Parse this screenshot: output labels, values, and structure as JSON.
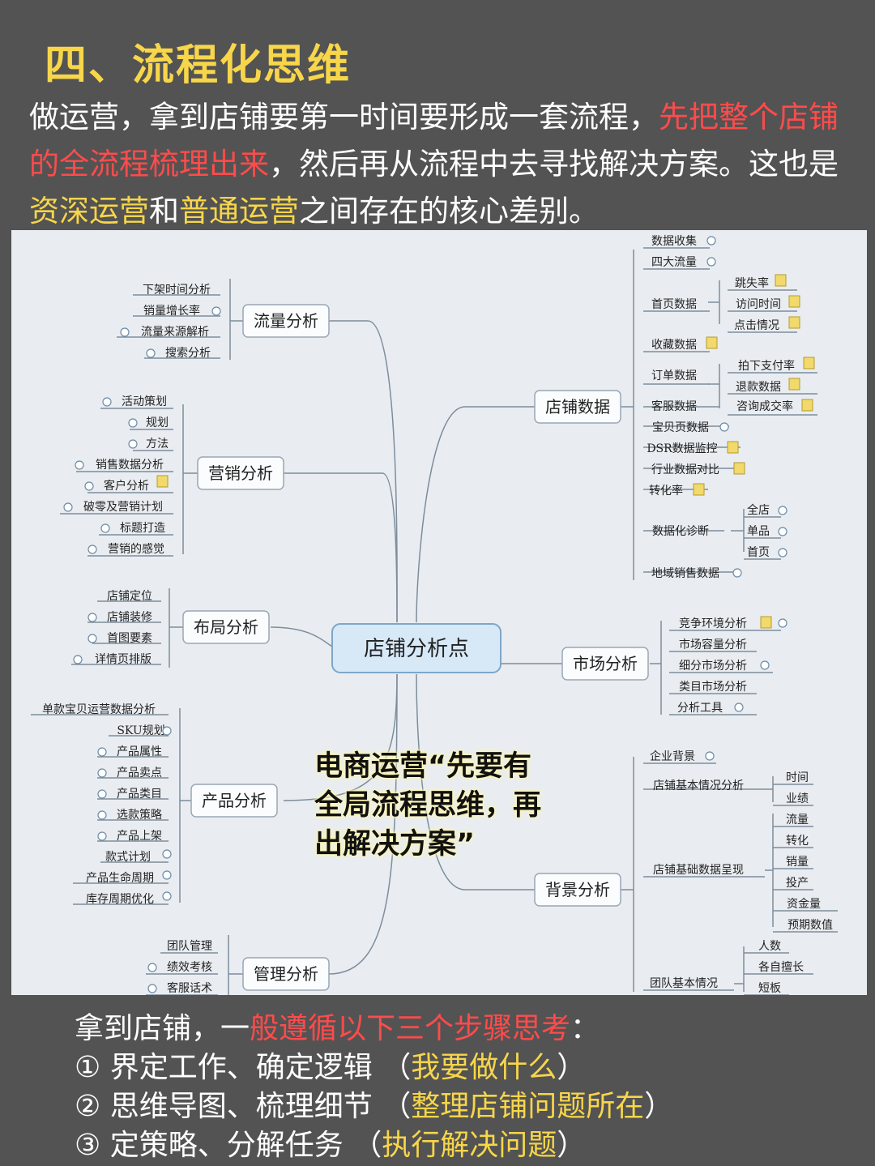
{
  "title": "四、流程化思维",
  "intro": {
    "p1": "做运营，拿到店铺要第一时间要形成一套流程，",
    "p1_red": "先把整个店铺的全流程梳理出来",
    "p2": "，然后再从流程中去寻找解决方案。这也是",
    "p2_y1": "资深运营",
    "p2_mid": "和",
    "p2_y2": "普通运营",
    "p2_end": "之间存在的核心差别。"
  },
  "mindmap": {
    "center": "店铺分析点",
    "left": [
      {
        "name": "流量分析",
        "items": [
          "下架时间分析",
          "销量增长率",
          "流量来源解析",
          "搜索分析"
        ]
      },
      {
        "name": "营销分析",
        "items": [
          "活动策划",
          "规划",
          "方法",
          "销售数据分析",
          "客户分析",
          "破零及营销计划",
          "标题打造",
          "营销的感觉"
        ]
      },
      {
        "name": "布局分析",
        "items": [
          "店铺定位",
          "店铺装修",
          "首图要素",
          "详情页排版"
        ]
      },
      {
        "name": "产品分析",
        "items": [
          "单款宝贝运营数据分析",
          "SKU规划",
          "产品属性",
          "产品卖点",
          "产品类目",
          "选款策略",
          "产品上架",
          "款式计划",
          "产品生命周期",
          "库存周期优化"
        ]
      },
      {
        "name": "管理分析",
        "items": [
          "团队管理",
          "绩效考核",
          "客服话术"
        ]
      }
    ],
    "right": [
      {
        "name": "店铺数据",
        "items": [
          "数据收集",
          "四大流量",
          "首页数据",
          "跳失率",
          "访问时间",
          "点击情况",
          "收藏数据",
          "订单数据",
          "拍下支付率",
          "退款数据",
          "客服数据",
          "咨询成交率",
          "宝贝页数据",
          "DSR数据监控",
          "行业数据对比",
          "转化率",
          "数据化诊断",
          "全店",
          "单品",
          "首页",
          "地域销售数据"
        ]
      },
      {
        "name": "市场分析",
        "items": [
          "竞争环境分析",
          "市场容量分析",
          "细分市场分析",
          "类目市场分析",
          "分析工具"
        ]
      },
      {
        "name": "背景分析",
        "items": [
          "企业背景",
          "店铺基本情况分析",
          "时间",
          "业绩",
          "店铺基础数据呈现",
          "流量",
          "转化",
          "销量",
          "投产",
          "资金量",
          "预期数值",
          "团队基本情况",
          "人数",
          "各自擅长",
          "短板"
        ]
      }
    ]
  },
  "callout": [
    "电商运营“先要有",
    "全局流程思维，再",
    "出解决方案”"
  ],
  "steps": {
    "lead": "拿到店铺，一",
    "lead_red": "般遵循以下三个步骤思考",
    "lead_end": "：",
    "items": [
      {
        "num": "①",
        "text": "界定工作、确定逻辑",
        "paren_open": "（",
        "hint": "我要做什么",
        "paren_close": "）"
      },
      {
        "num": "②",
        "text": "思维导图、梳理细节",
        "paren_open": "（",
        "hint": "整理店铺问题所在",
        "paren_close": "）"
      },
      {
        "num": "③",
        "text": "定策略、分解任务",
        "paren_open": "（",
        "hint": "执行解决问题",
        "paren_close": "）"
      }
    ]
  },
  "colors": {
    "background": "#535353",
    "title": "#f7d64a",
    "highlight_red": "#ff4b4b",
    "highlight_yellow": "#f7d64a",
    "panel": "#e9edf1"
  }
}
